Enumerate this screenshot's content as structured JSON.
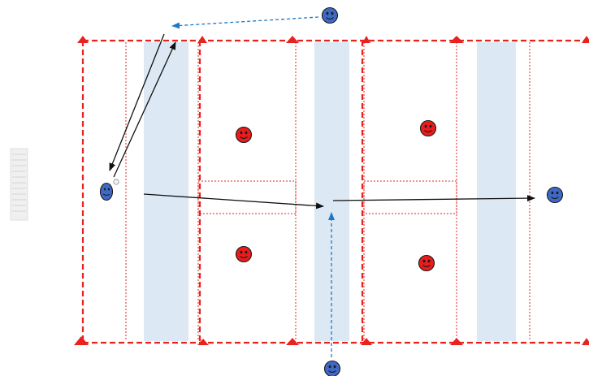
{
  "colors": {
    "attacker": "#3f69c6",
    "defender": "#e81c1c",
    "boundary": "#e8231f",
    "zone": "#dce8f4",
    "pass_arrow": "#111111",
    "run_arrow": "#1f78c8"
  },
  "legend": {
    "icon": "faded-legend-icon"
  },
  "players": {
    "attackers": [
      "attacker-top",
      "attacker-left",
      "attacker-right",
      "attacker-bottom"
    ],
    "defenders": [
      "defender-1",
      "defender-2",
      "defender-3",
      "defender-4"
    ]
  },
  "arrows": {
    "passes": [
      "pass-down-left",
      "pass-up",
      "pass-center",
      "pass-right"
    ],
    "runs": [
      "run-top",
      "run-bottom"
    ]
  }
}
